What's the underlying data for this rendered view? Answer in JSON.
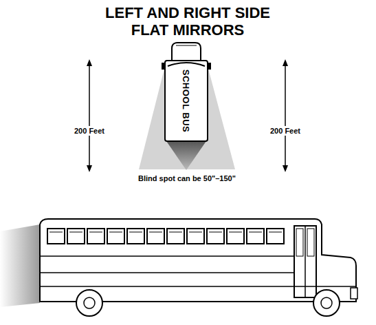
{
  "diagram": {
    "title": "LEFT AND RIGHT SIDE FLAT MIRRORS",
    "nodes": [
      {
        "text": [
          "SCHOOL BUS"
        ]
      }
    ],
    "labels": [
      "200 Feet",
      "200 Feet",
      "Blind spot can be 50\"–150\""
    ]
  }
}
